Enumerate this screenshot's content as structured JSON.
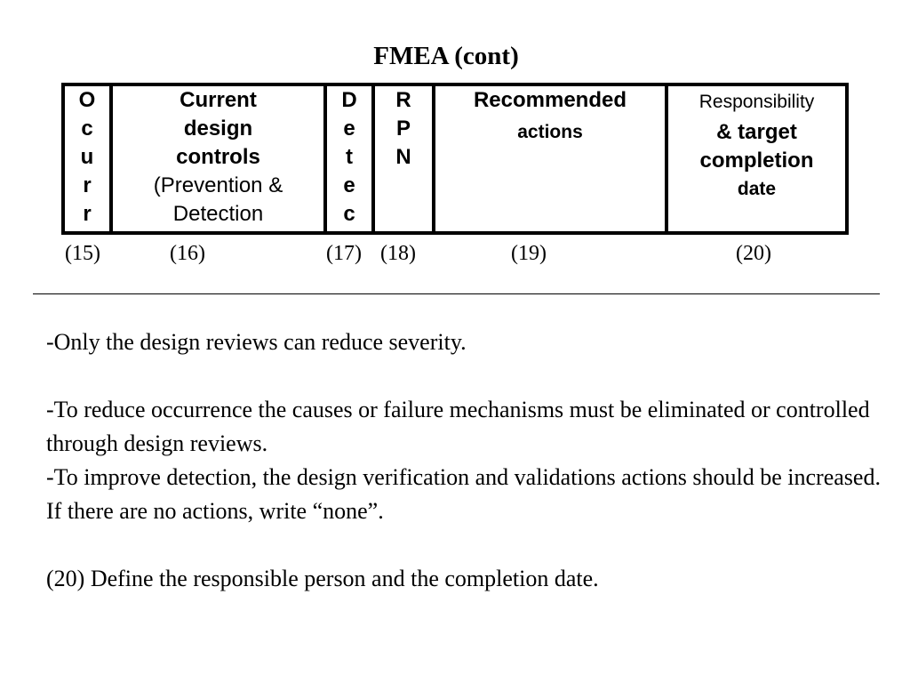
{
  "title": "FMEA (cont)",
  "table": {
    "columns": [
      {
        "lines": [
          "O",
          "c",
          "u",
          "r",
          "r"
        ]
      },
      {
        "lines": [
          "Current",
          "design",
          "controls",
          "(Prevention &",
          "Detection"
        ]
      },
      {
        "lines": [
          "D",
          "e",
          "t",
          "e",
          "c"
        ]
      },
      {
        "lines": [
          "R",
          "P",
          "N"
        ]
      },
      {
        "lines": [
          "Recommended",
          "actions"
        ]
      },
      {
        "lines": [
          "Responsibility",
          "& target",
          "completion",
          "date"
        ]
      }
    ]
  },
  "column_numbers": [
    "(15)",
    "(16)",
    "(17)",
    "(18)",
    "(19)",
    "(20)"
  ],
  "paragraphs": [
    "-Only the design reviews can reduce severity.",
    "-To reduce occurrence the causes or failure mechanisms must be eliminated or controlled through design reviews.",
    "-To improve detection, the design verification and validations actions should be increased. If there are no actions, write “none”.",
    "(20) Define the responsible person and the completion date."
  ]
}
